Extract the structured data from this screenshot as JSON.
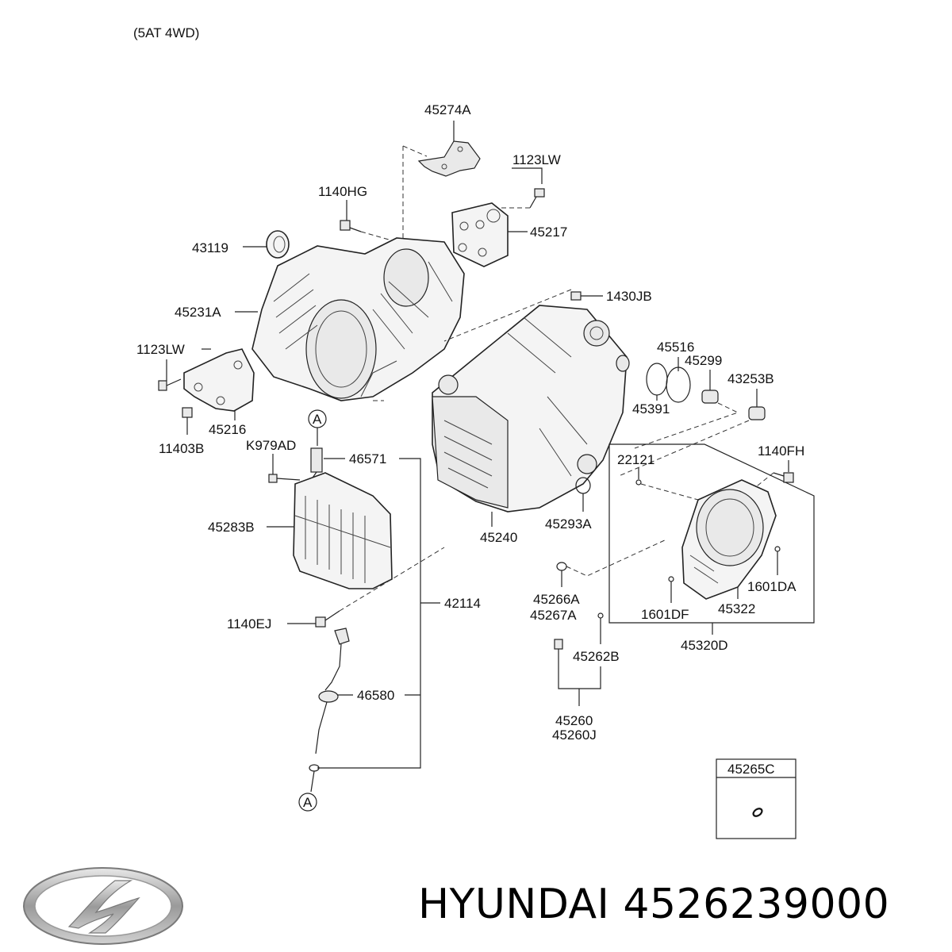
{
  "header": {
    "variant": "(5AT 4WD)"
  },
  "labels": {
    "p45274A": "45274A",
    "p1123LW_top": "1123LW",
    "p1140HG": "1140HG",
    "p43119": "43119",
    "p45217": "45217",
    "p1430JB": "1430JB",
    "p45231A": "45231A",
    "p1123LW_left": "1123LW",
    "p45516": "45516",
    "p45299": "45299",
    "p43253B": "43253B",
    "p45391": "45391",
    "p45216": "45216",
    "p11403B": "11403B",
    "pK979AD": "K979AD",
    "p46571": "46571",
    "p22121": "22121",
    "p1140FH": "1140FH",
    "p45283B": "45283B",
    "p45240": "45240",
    "p45293A": "45293A",
    "p1601DA": "1601DA",
    "p45266A": "45266A",
    "p45267A": "45267A",
    "p45322": "45322",
    "p1601DF": "1601DF",
    "p42114": "42114",
    "p1140EJ": "1140EJ",
    "p45320D": "45320D",
    "p45262B": "45262B",
    "p46580": "46580",
    "p45260": "45260",
    "p45260J": "45260J",
    "p45265C": "45265C",
    "ref_a_top": "A",
    "ref_a_bottom": "A"
  },
  "footer": {
    "brand_line": "HYUNDAI 4526239000"
  },
  "logo_icon": "hyundai-logo-icon"
}
